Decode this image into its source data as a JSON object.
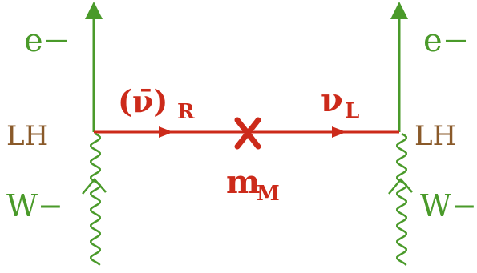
{
  "diagram": {
    "colors": {
      "electron_line": "#4a9a2a",
      "w_line": "#4a9a2a",
      "neutrino_line": "#cc2a1a",
      "mass_insertion": "#cc2a1a",
      "helicity_text": "#8a5a2a"
    },
    "left": {
      "electron_label": "e−",
      "helicity_label": "LH",
      "w_label": "W−"
    },
    "right": {
      "electron_label": "e−",
      "helicity_label": "LH",
      "w_label": "W−"
    },
    "propagator": {
      "left_neutrino_label": "(ν̄)",
      "left_neutrino_subscript": "R",
      "right_neutrino_label": "ν",
      "right_neutrino_subscript": "L",
      "mass_label": "m",
      "mass_subscript": "M"
    }
  }
}
